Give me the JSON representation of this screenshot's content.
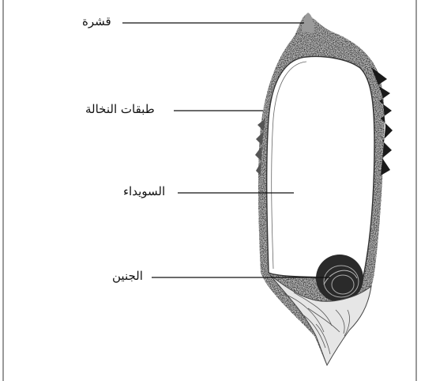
{
  "labels": {
    "husk": "قشرة",
    "bran_layers": "طبقات النخالة",
    "endosperm": "السويداء",
    "embryo": "الجنين"
  }
}
